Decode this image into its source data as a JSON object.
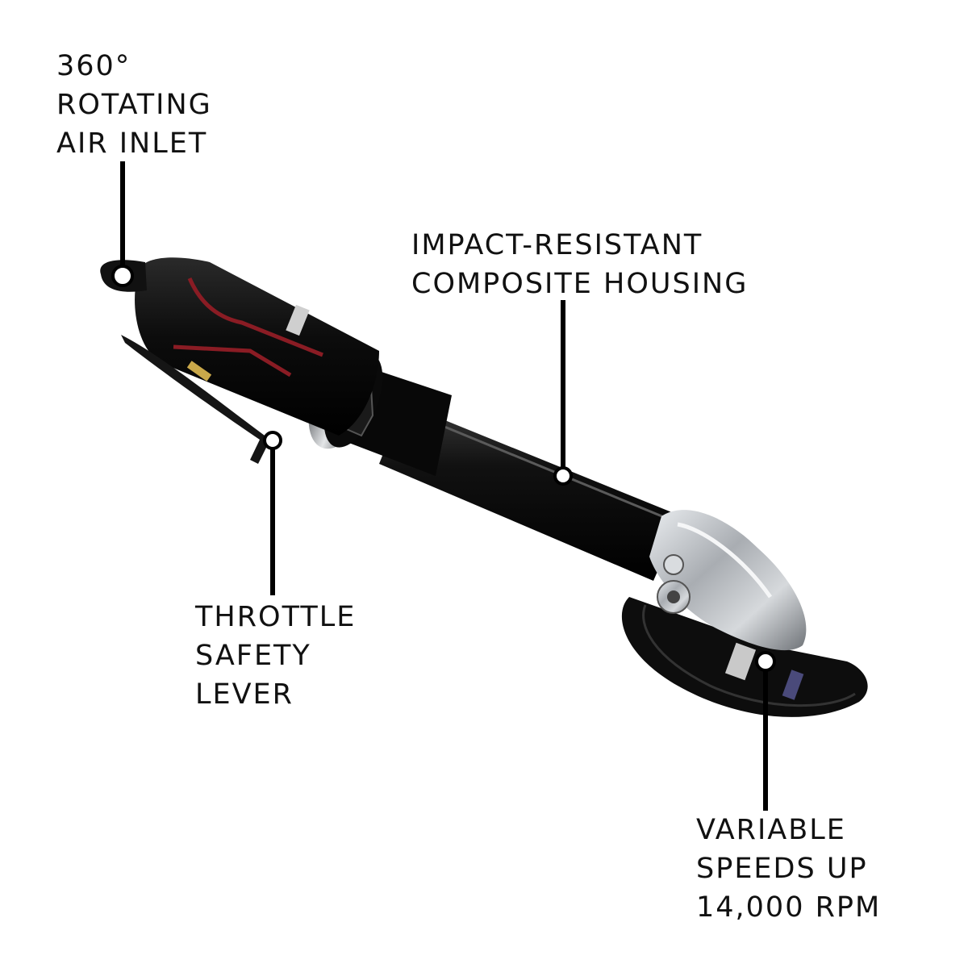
{
  "callouts": {
    "air_inlet": {
      "lines": [
        "360°",
        "ROTATING",
        "AIR INLET"
      ]
    },
    "housing": {
      "lines": [
        "IMPACT-RESISTANT",
        "COMPOSITE HOUSING"
      ]
    },
    "throttle": {
      "lines": [
        "THROTTLE",
        "SAFETY",
        "LEVER"
      ]
    },
    "speed": {
      "lines": [
        "VARIABLE",
        "SPEEDS UP",
        "14,000 RPM"
      ]
    }
  },
  "colors": {
    "background": "#ffffff",
    "tool_body": "#0b0b0b",
    "accent_red": "#8a1c24",
    "metal": "#b8bcc0",
    "callout_line": "#000000"
  }
}
